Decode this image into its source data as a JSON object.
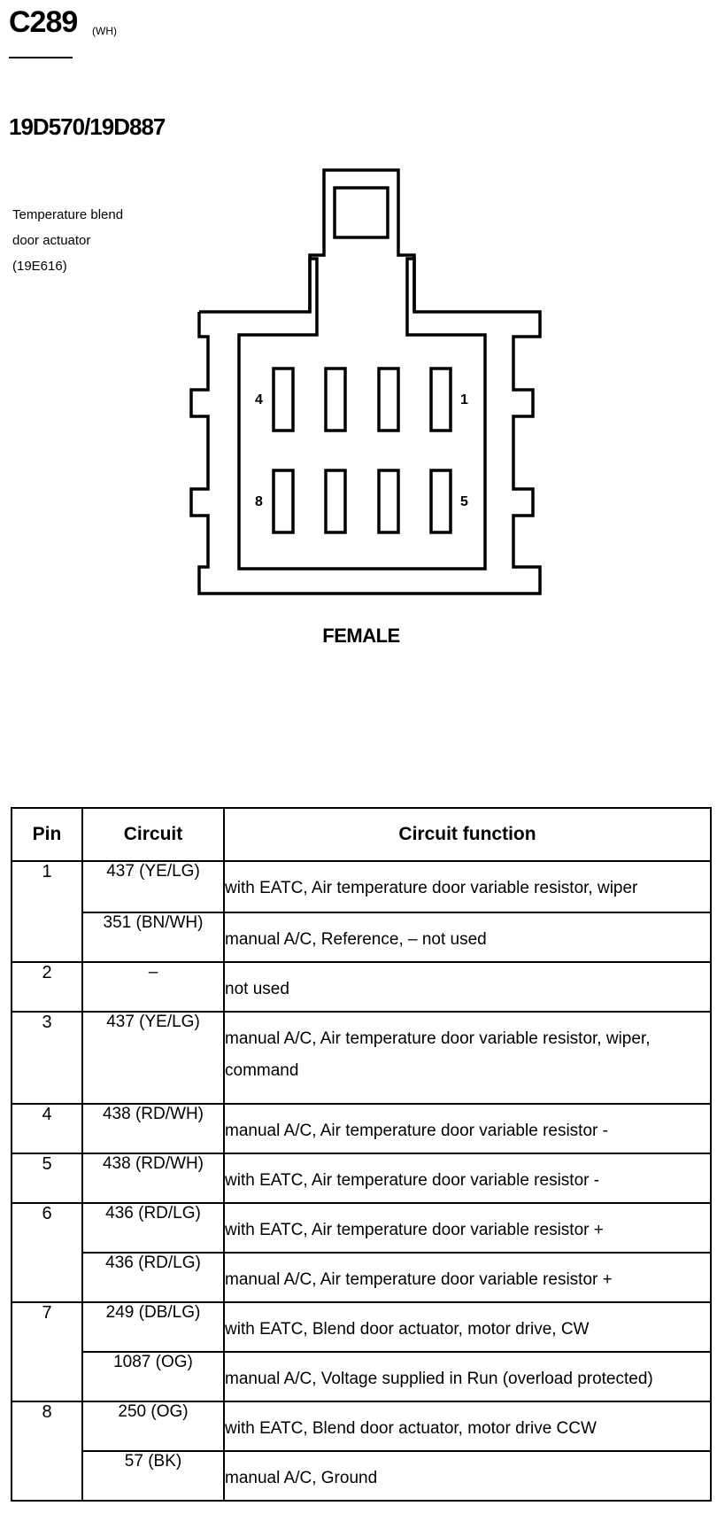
{
  "header": {
    "connector_id": "C289",
    "connector_color": "(WH)",
    "part_number": "19D570/19D887"
  },
  "component": {
    "description_lines": [
      "Temperature blend",
      "door actuator",
      "(19E616)"
    ]
  },
  "connector": {
    "pin_labels": {
      "top_left": "4",
      "top_right": "1",
      "bottom_left": "8",
      "bottom_right": "5"
    },
    "gender": "FEMALE"
  },
  "table": {
    "headers": {
      "pin": "Pin",
      "circuit": "Circuit",
      "function": "Circuit function"
    },
    "rows": [
      {
        "pin": "1",
        "circuit": "437 (YE/LG)",
        "function": "with EATC, Air temperature door variable resistor, wiper"
      },
      {
        "pin": "",
        "circuit": "351 (BN/WH)",
        "function": "manual A/C, Reference, – not used"
      },
      {
        "pin": "2",
        "circuit": "–",
        "function": "not used"
      },
      {
        "pin": "3",
        "circuit": "437 (YE/LG)",
        "function": "manual A/C, Air temperature door variable resistor, wiper, command"
      },
      {
        "pin": "4",
        "circuit": "438 (RD/WH)",
        "function": "manual A/C, Air temperature door variable resistor -"
      },
      {
        "pin": "5",
        "circuit": "438 (RD/WH)",
        "function": "with EATC, Air temperature door variable resistor -"
      },
      {
        "pin": "6",
        "circuit": "436 (RD/LG)",
        "function": "with EATC, Air temperature door variable resistor +"
      },
      {
        "pin": "",
        "circuit": "436 (RD/LG)",
        "function": "manual A/C, Air temperature door variable resistor +"
      },
      {
        "pin": "7",
        "circuit": "249 (DB/LG)",
        "function": "with EATC, Blend door actuator, motor drive, CW"
      },
      {
        "pin": "",
        "circuit": "1087 (OG)",
        "function": "manual A/C, Voltage supplied in Run (overload protected)"
      },
      {
        "pin": "8",
        "circuit": "250 (OG)",
        "function": "with EATC, Blend door actuator, motor drive CCW"
      },
      {
        "pin": "",
        "circuit": "57 (BK)",
        "function": "manual A/C, Ground"
      }
    ]
  }
}
